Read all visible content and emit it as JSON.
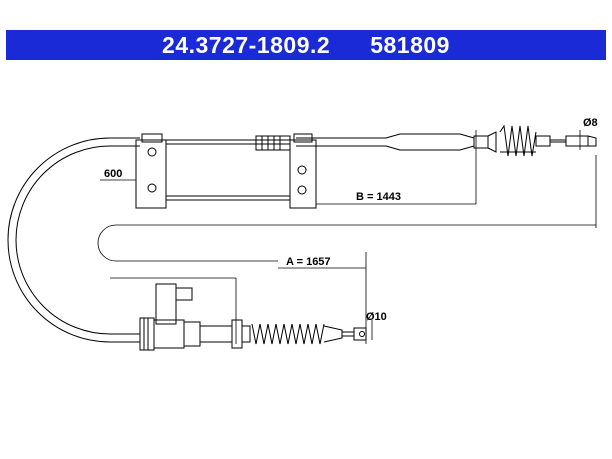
{
  "header": {
    "part_number": "24.3727-1809.2",
    "ref_number": "581809",
    "background_color": "#1a2ad6",
    "text_color": "#ffffff"
  },
  "dimensions": {
    "b_label": "B = 1443",
    "a_label": "A = 1657",
    "label_600": "600",
    "dia_8": "Ø8",
    "dia_10": "Ø10"
  }
}
